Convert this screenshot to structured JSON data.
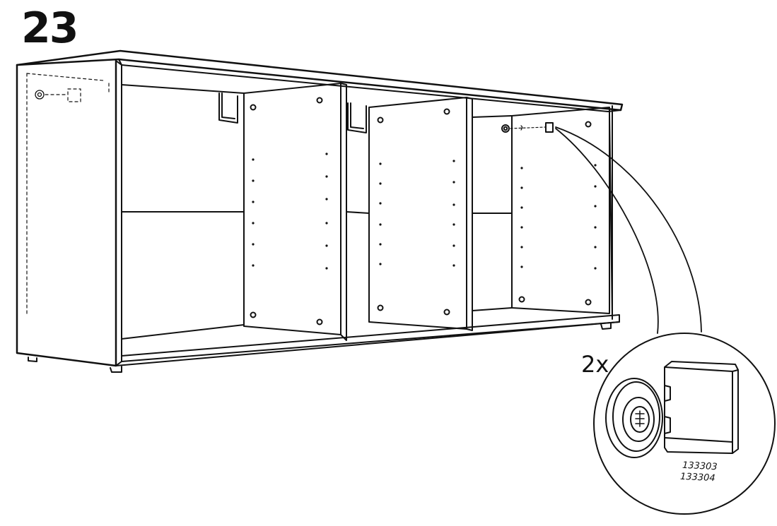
{
  "step": {
    "number": "23"
  },
  "detail": {
    "quantity": "2x",
    "part_numbers": [
      "133303",
      "133304"
    ]
  },
  "colors": {
    "line": "#111111",
    "background": "#ffffff",
    "faint": "#666666"
  },
  "icons": [
    "cam-lock-fitting-icon",
    "cover-cap-icon"
  ]
}
